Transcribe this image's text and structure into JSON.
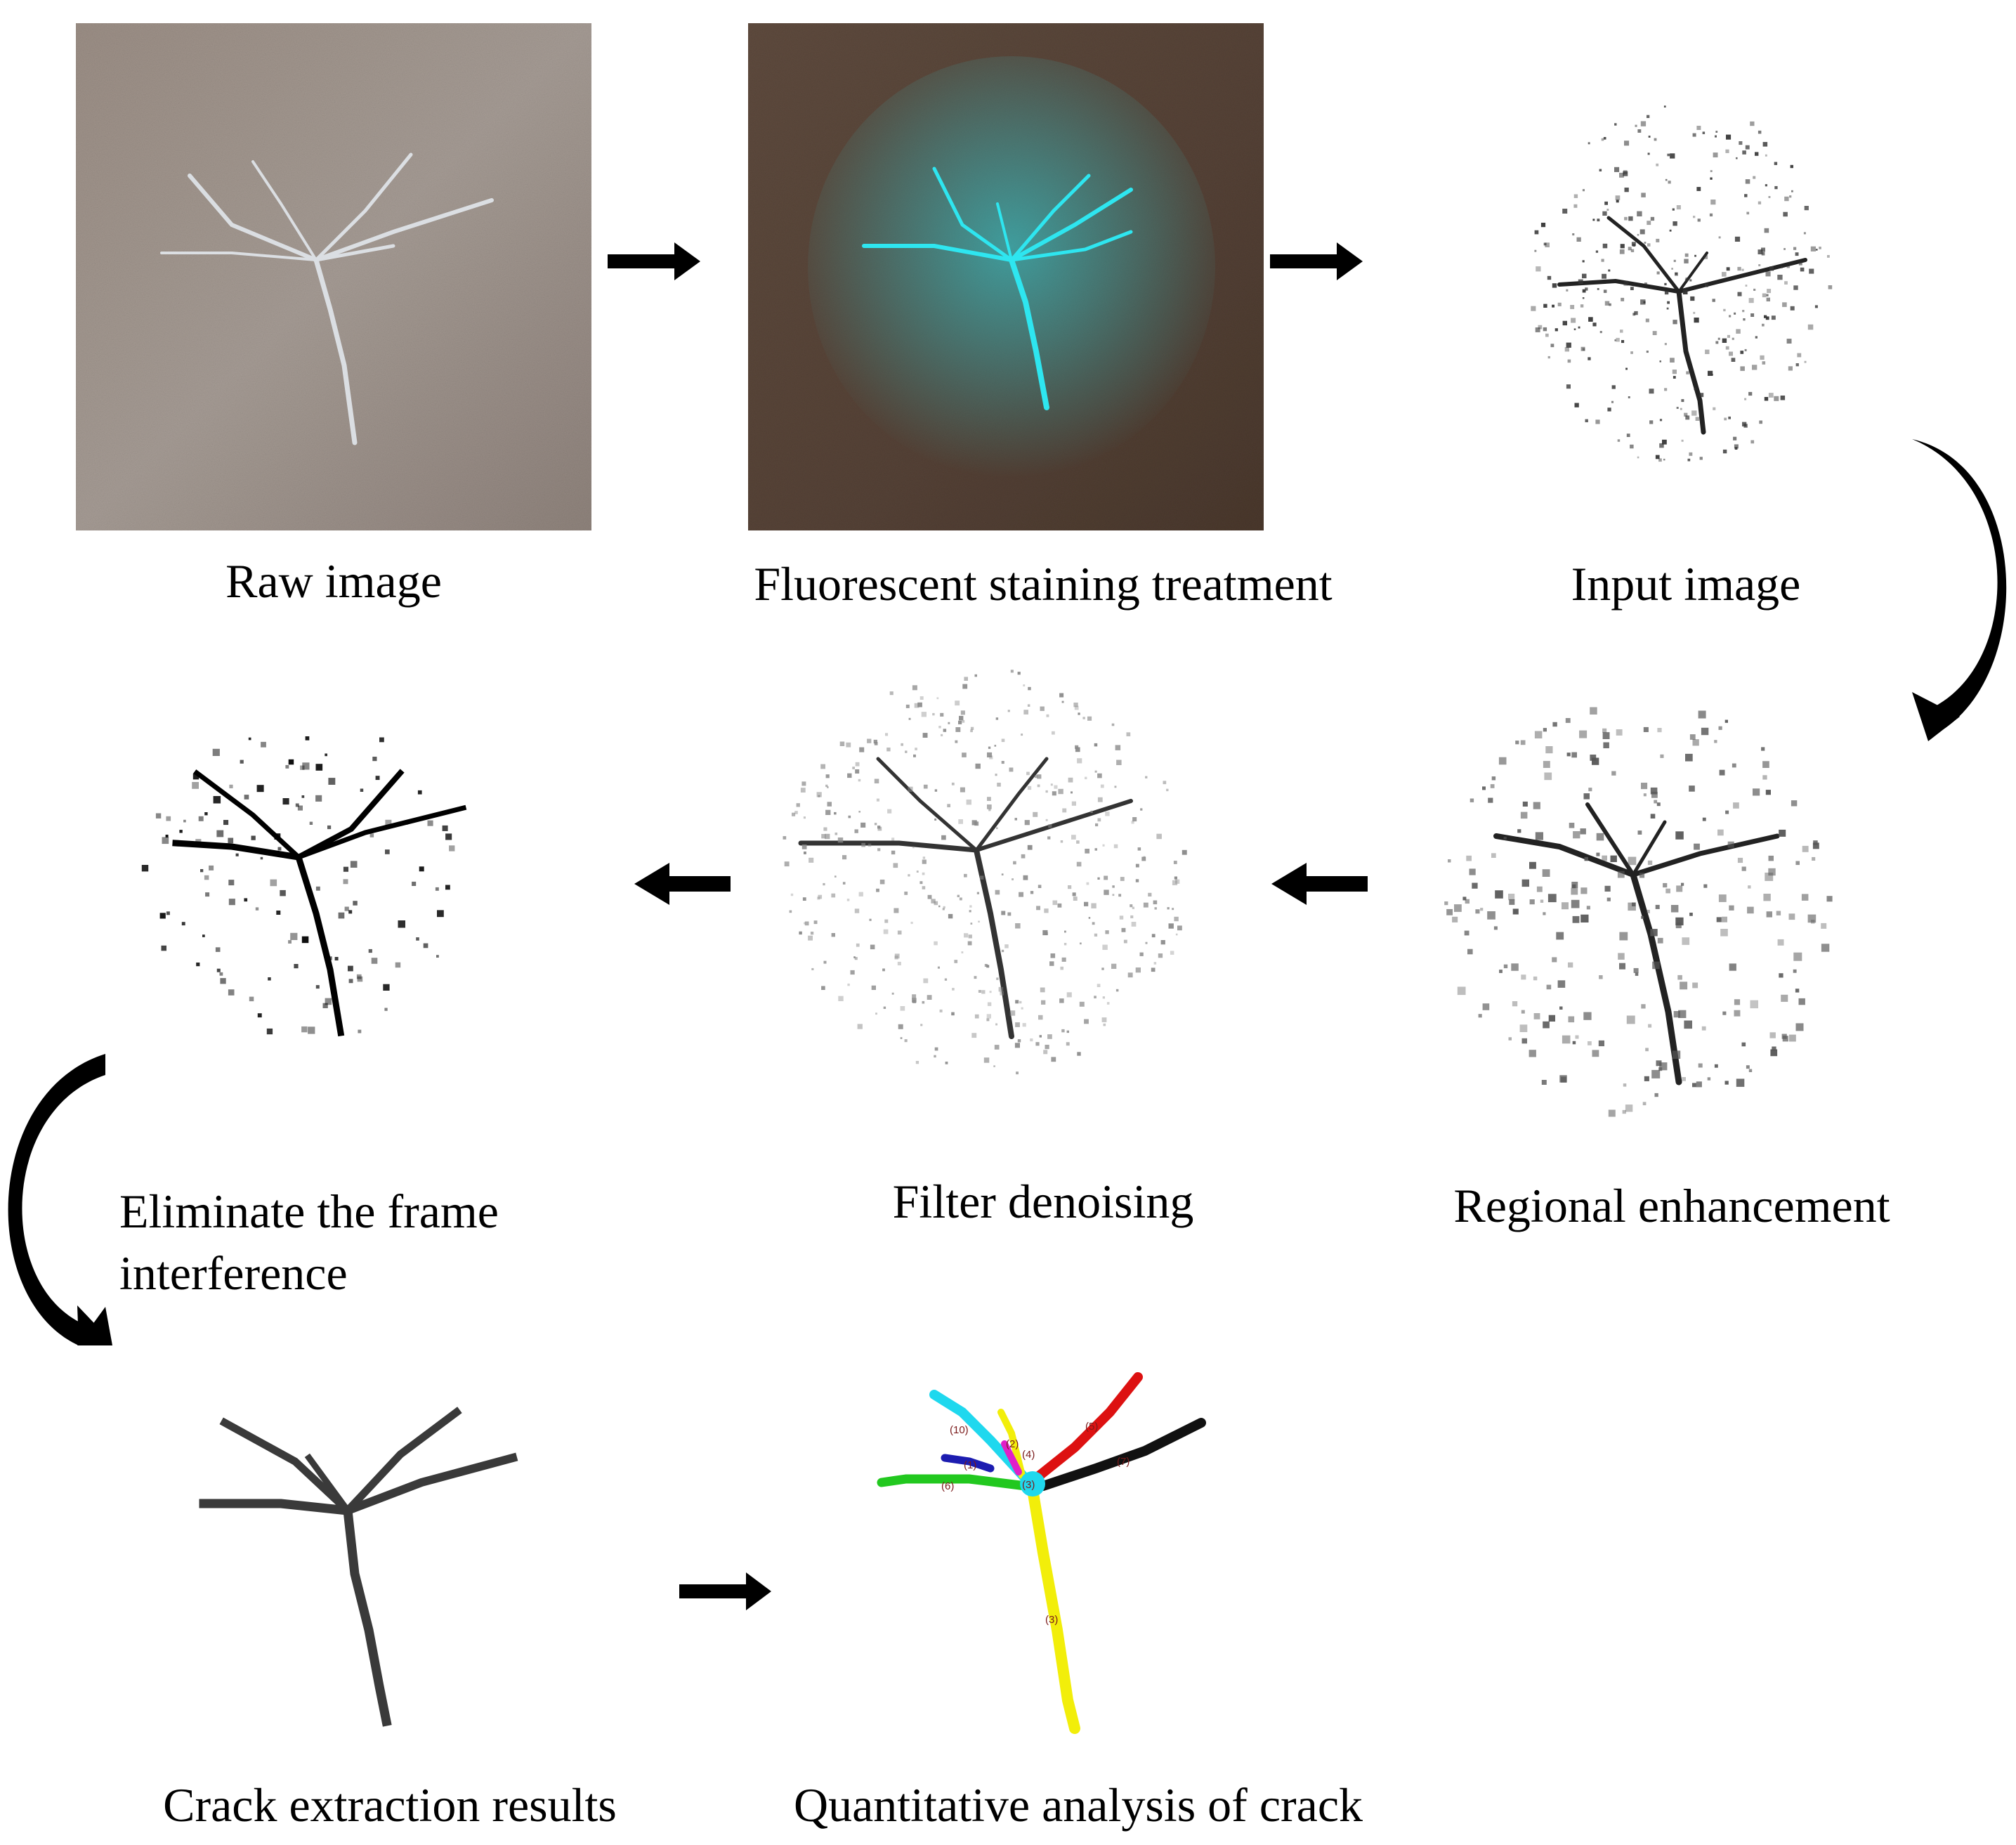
{
  "figure": {
    "captions": {
      "raw": "Raw image",
      "stain": "Fluorescent staining treatment",
      "input": "Input image",
      "enhance": "Regional enhancement",
      "filter": "Filter denoising",
      "frame_line1": "Eliminate the frame",
      "frame_line2": "interference",
      "extract": "Crack extraction results",
      "quant": "Quantitative analysis of crack"
    },
    "branch_labels": [
      "(10)",
      "(2)",
      "(1)",
      "(6)",
      "(3)",
      "(7)",
      "(5)",
      "(4)",
      "(3)"
    ],
    "colors": {
      "photo_background": "#9a8d84",
      "stained_background": "#5a463a",
      "fluorescent": "#2ee6f0",
      "crack_light": "#e6ecf2",
      "branch_cyan": "#1fd8ee",
      "branch_yellow": "#f2ee0a",
      "branch_magenta": "#e01fc8",
      "branch_blue": "#1c1cb0",
      "branch_green": "#22c81f",
      "branch_red": "#dd1111",
      "branch_black": "#111111"
    },
    "stages": [
      "raw-image-panel",
      "fluorescent-staining-panel",
      "input-image-panel",
      "regional-enhancement-panel",
      "filter-denoising-panel",
      "eliminate-frame-panel",
      "crack-extraction-panel",
      "quantitative-analysis-panel"
    ]
  }
}
